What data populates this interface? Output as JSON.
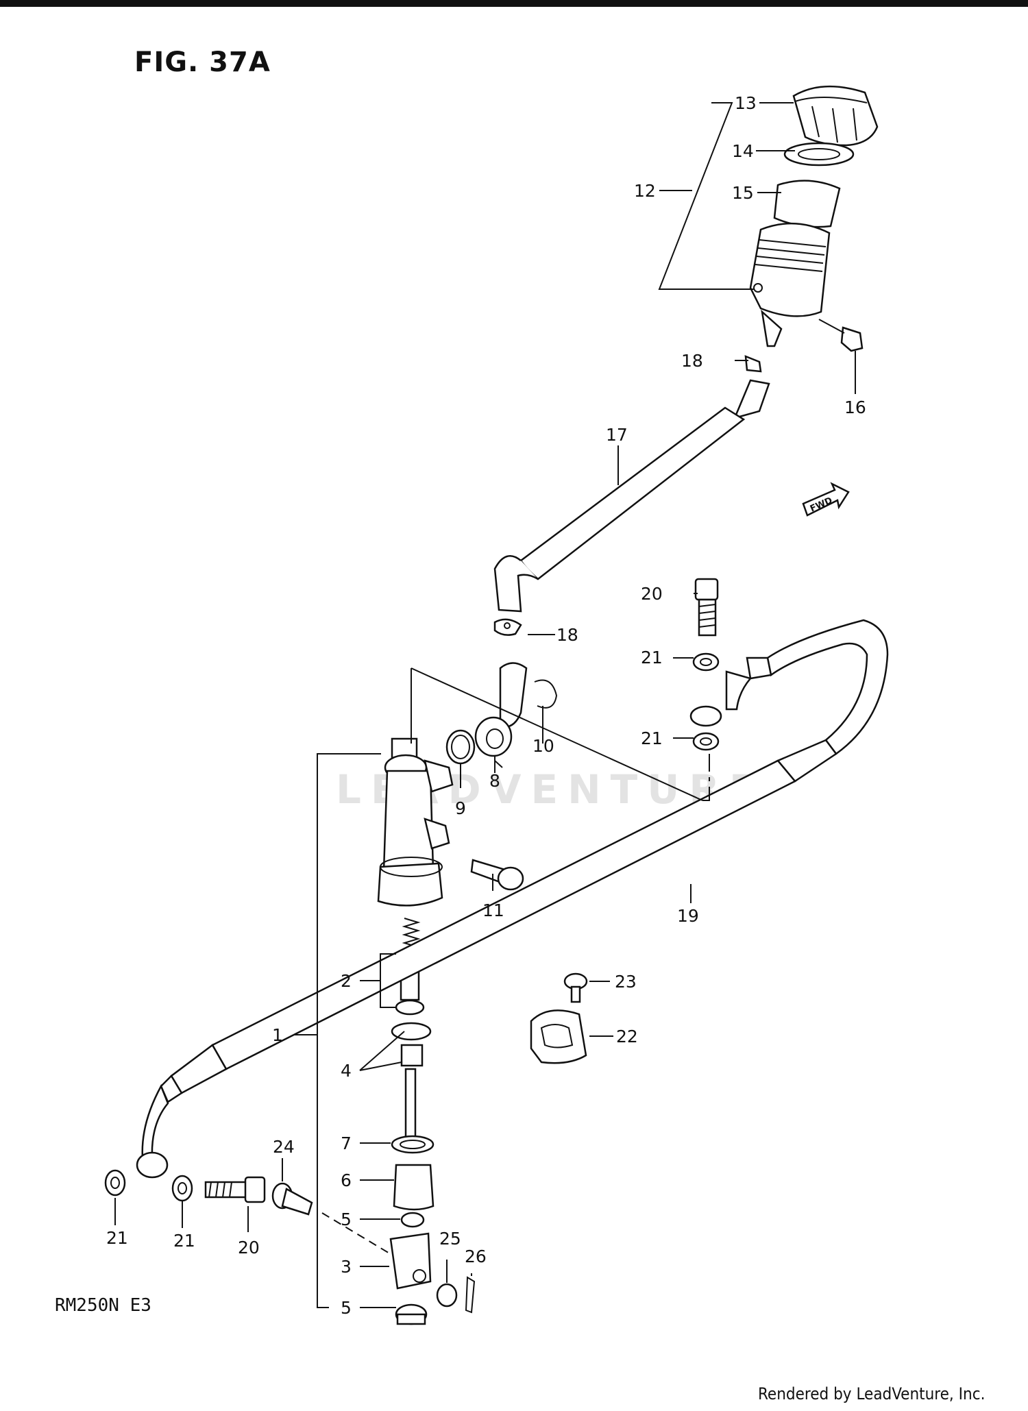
{
  "figure": {
    "title": "FIG. 37A",
    "model": "RM250N E3",
    "footer": "Rendered by LeadVenture, Inc.",
    "watermark": "LEADVENTURE",
    "fwd_mark": "FWD"
  },
  "callouts": {
    "c1": "1",
    "c2": "2",
    "c3": "3",
    "c4": "4",
    "c5a": "5",
    "c5b": "5",
    "c6": "6",
    "c7": "7",
    "c8": "8",
    "c9": "9",
    "c10": "10",
    "c11": "11",
    "c12": "12",
    "c13": "13",
    "c14": "14",
    "c15": "15",
    "c16": "16",
    "c17": "17",
    "c18a": "18",
    "c18b": "18",
    "c19": "19",
    "c20a": "20",
    "c20b": "20",
    "c21a": "21",
    "c21b": "21",
    "c21c": "21",
    "c21d": "21",
    "c22": "22",
    "c23": "23",
    "c24": "24",
    "c25": "25",
    "c26": "26"
  }
}
